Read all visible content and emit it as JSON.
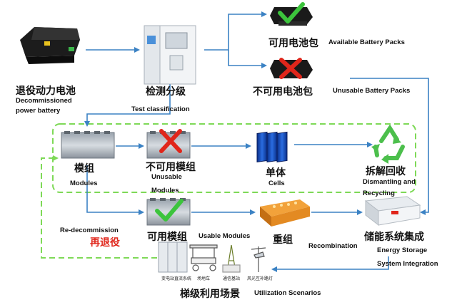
{
  "nodes": {
    "decommissioned": {
      "cn": "退役动力电池",
      "en1": "Decommissioned",
      "en2": "power battery"
    },
    "grading": {
      "cn": "检测分级",
      "en": "Test classification"
    },
    "available": {
      "cn": "可用电池包",
      "en": "Available Battery Packs"
    },
    "unusable": {
      "cn": "不可用电池包",
      "en": "Unusable Battery Packs"
    },
    "modules": {
      "cn": "模组",
      "en": "Modules"
    },
    "unusable_modules": {
      "cn": "不可用模组",
      "en1": "Unusable",
      "en2": "Modules"
    },
    "cells": {
      "cn": "单体",
      "en": "Cells"
    },
    "dismantling": {
      "cn": "拆解回收",
      "en1": "Dismantling and",
      "en2": "Recycling"
    },
    "usable_modules": {
      "cn": "可用模组",
      "en": "Usable Modules"
    },
    "recombination": {
      "cn": "重组",
      "en": "Recombination"
    },
    "energy_storage": {
      "cn": "储能系统集成",
      "en1": "Energy Storage",
      "en2": "System Integration"
    },
    "redecommission": {
      "cn": "再退役",
      "en": "Re-decommission"
    },
    "utilization": {
      "cn": "梯级利用场景",
      "en": "Utilization Scenarios"
    }
  },
  "scenario_labels": [
    "变电站直流系统",
    "场地车",
    "通信基站",
    "风光互补路灯"
  ],
  "colors": {
    "arrow": "#3b82c4",
    "dashed_green": "#7ed957",
    "check_green": "#3cc43c",
    "cross_red": "#e0261b",
    "recycle_green": "#4cbf4c"
  }
}
